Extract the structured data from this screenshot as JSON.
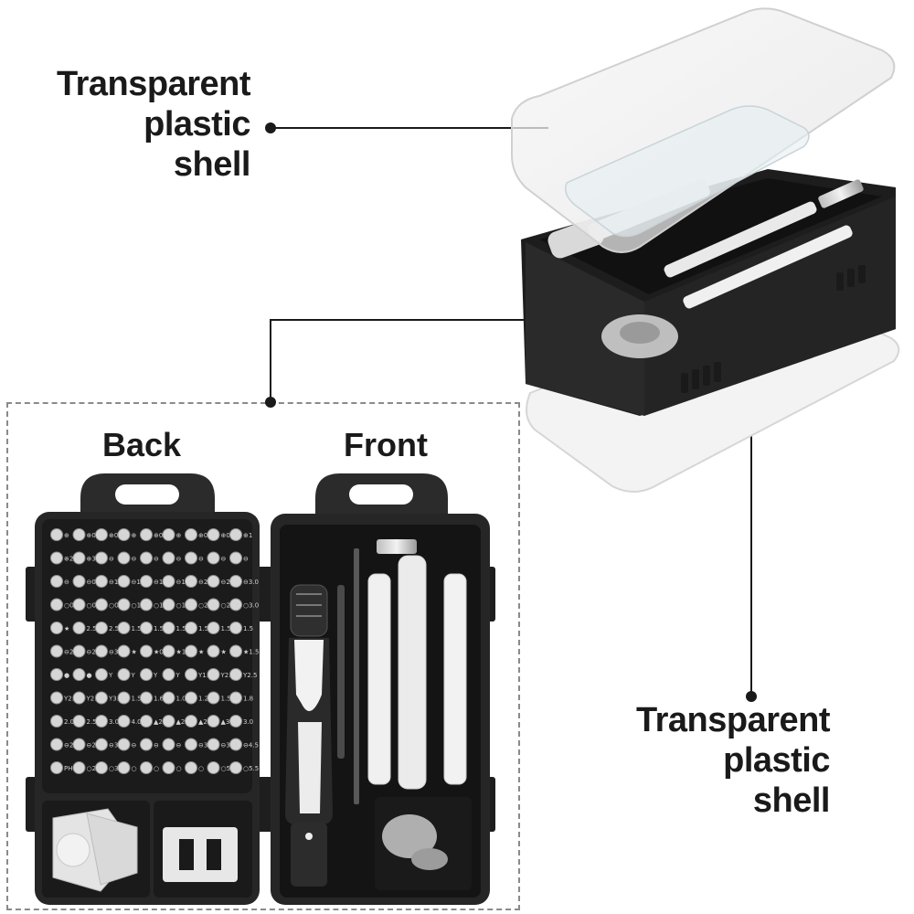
{
  "callouts": {
    "top_shell": [
      "Transparent",
      "plastic",
      "shell"
    ],
    "bottom_shell": [
      "Transparent",
      "plastic",
      "shell"
    ]
  },
  "views": {
    "back": "Back",
    "front": "Front"
  },
  "bit_rows": [
    [
      "⊕",
      "⊕00",
      "⊕0",
      "⊕",
      "⊕00",
      "⊕",
      "⊕0",
      "⊕0",
      "⊕1"
    ],
    [
      "⊕2",
      "⊕3",
      "⊖",
      "⊖",
      "⊖",
      "⊖",
      "⊖",
      "⊖",
      "⊖"
    ],
    [
      "⊖",
      "⊖0.8",
      "⊖1.0",
      "⊖1.2",
      "⊖1.5",
      "⊖1.8",
      "⊖2.0",
      "⊖2.5",
      "⊖3.0"
    ],
    [
      "○0.6",
      "○0.7",
      "○0.8",
      "○1.0",
      "○1.2",
      "○1.5",
      "○2.0",
      "○2.5",
      "○3.0"
    ],
    [
      "★",
      "2.5",
      "2.5",
      "1.5",
      "1.5",
      "1.5",
      "1.5",
      "1.5",
      "1.5"
    ],
    [
      "⊖2.5",
      "⊖2.5",
      "⊖3.5",
      "★",
      "★0.8",
      "★1.2",
      "★",
      "★",
      "★1.5"
    ],
    [
      "●",
      "●",
      "Y",
      "Y",
      "Y",
      "Y",
      "Y1.5",
      "Y2.0",
      "Y2.5"
    ],
    [
      "Y2.0",
      "Y2.3",
      "Y3.0",
      "1.5",
      "1.6",
      "1.0",
      "1.2",
      "1.5",
      "1.8"
    ],
    [
      "2.0",
      "2.5",
      "3.0",
      "4.0",
      "▲2.0",
      "▲2.3",
      "▲2.7",
      "▲3.0",
      "3.0"
    ],
    [
      "⊖2.5",
      "⊖2.6",
      "⊖3.0",
      "⊖",
      "⊖",
      "⊖",
      "⊖3.4",
      "⊖3.8",
      "⊖4.5"
    ],
    [
      "PH2",
      "○2.5",
      "○3.0",
      "○",
      "○",
      "○",
      "○",
      "○5",
      "○5.5"
    ]
  ]
}
